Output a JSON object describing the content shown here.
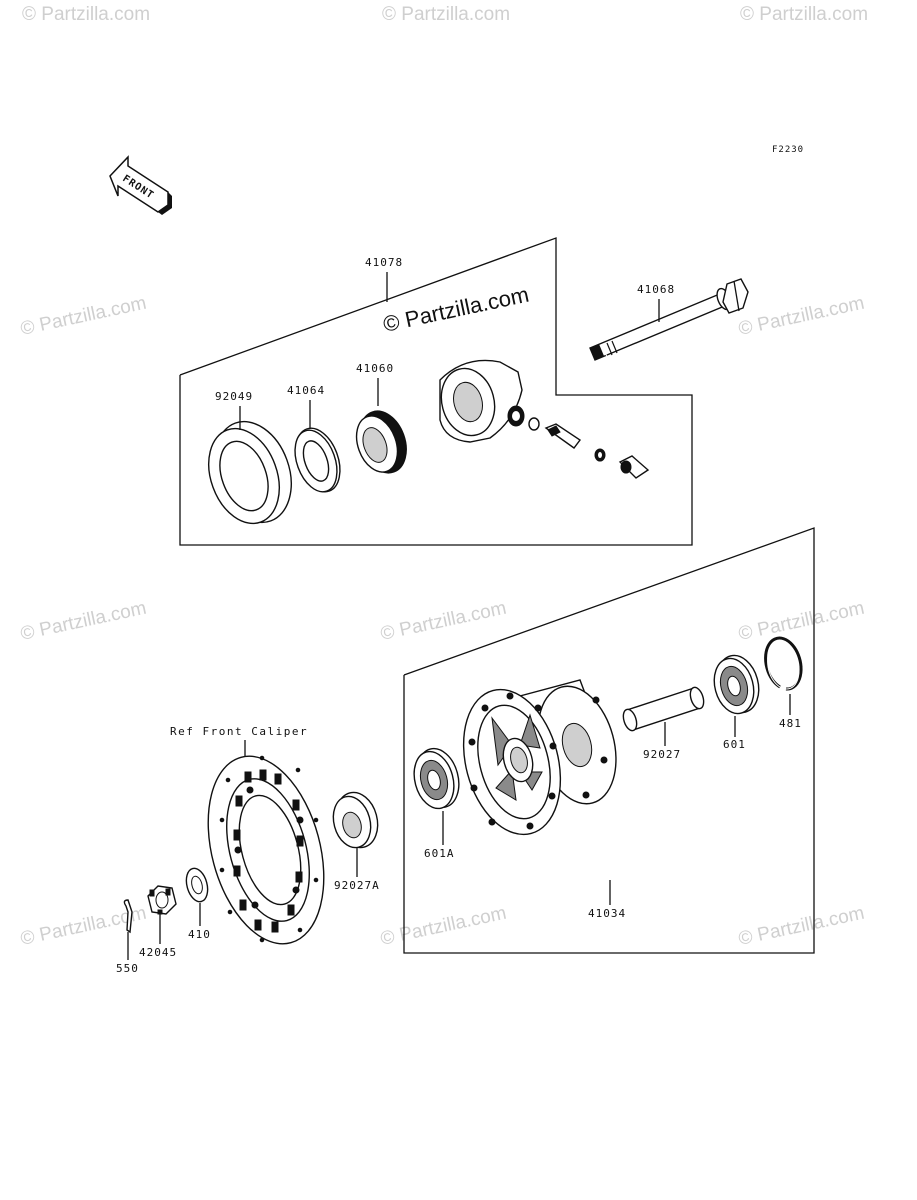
{
  "diagram": {
    "figure_code": "F2230",
    "front_arrow_label": "FRONT",
    "watermark_text": "© Partzilla.com",
    "reference_label": "Ref Front Caliper",
    "callouts": {
      "p41078": "41078",
      "p41068": "41068",
      "p92049": "92049",
      "p41064": "41064",
      "p41060": "41060",
      "p92027": "92027",
      "p601": "601",
      "p481": "481",
      "p601A": "601A",
      "p92027A": "92027A",
      "p41034": "41034",
      "p410": "410",
      "p42045": "42045",
      "p550": "550"
    }
  }
}
